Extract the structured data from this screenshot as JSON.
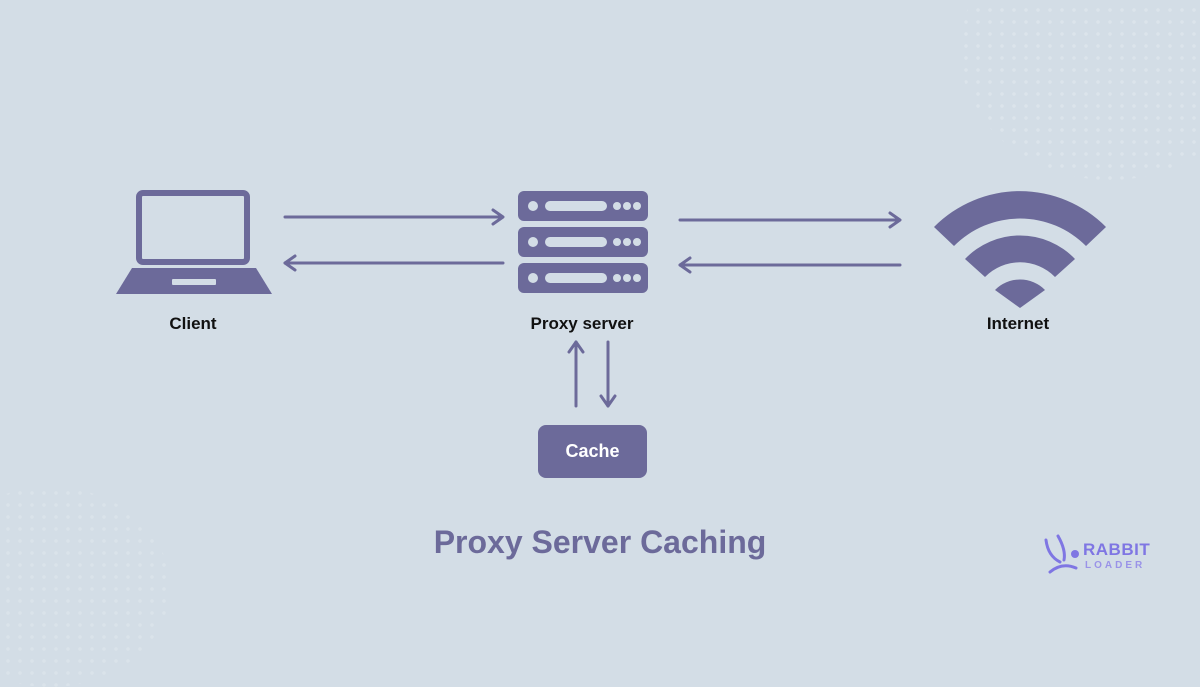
{
  "nodes": {
    "client": {
      "label": "Client",
      "icon": "laptop-icon"
    },
    "proxy": {
      "label": "Proxy server",
      "icon": "server-icon"
    },
    "internet": {
      "label": "Internet",
      "icon": "wifi-icon"
    },
    "cache": {
      "label": "Cache"
    }
  },
  "title": "Proxy Server Caching",
  "logo": {
    "line1": "RABBIT",
    "line2": "LOADER",
    "icon": "rabbit-icon"
  },
  "colors": {
    "background": "#d3dde6",
    "accent": "#6c6a9a",
    "logo": "#7f76e3",
    "label_text": "#111111"
  }
}
